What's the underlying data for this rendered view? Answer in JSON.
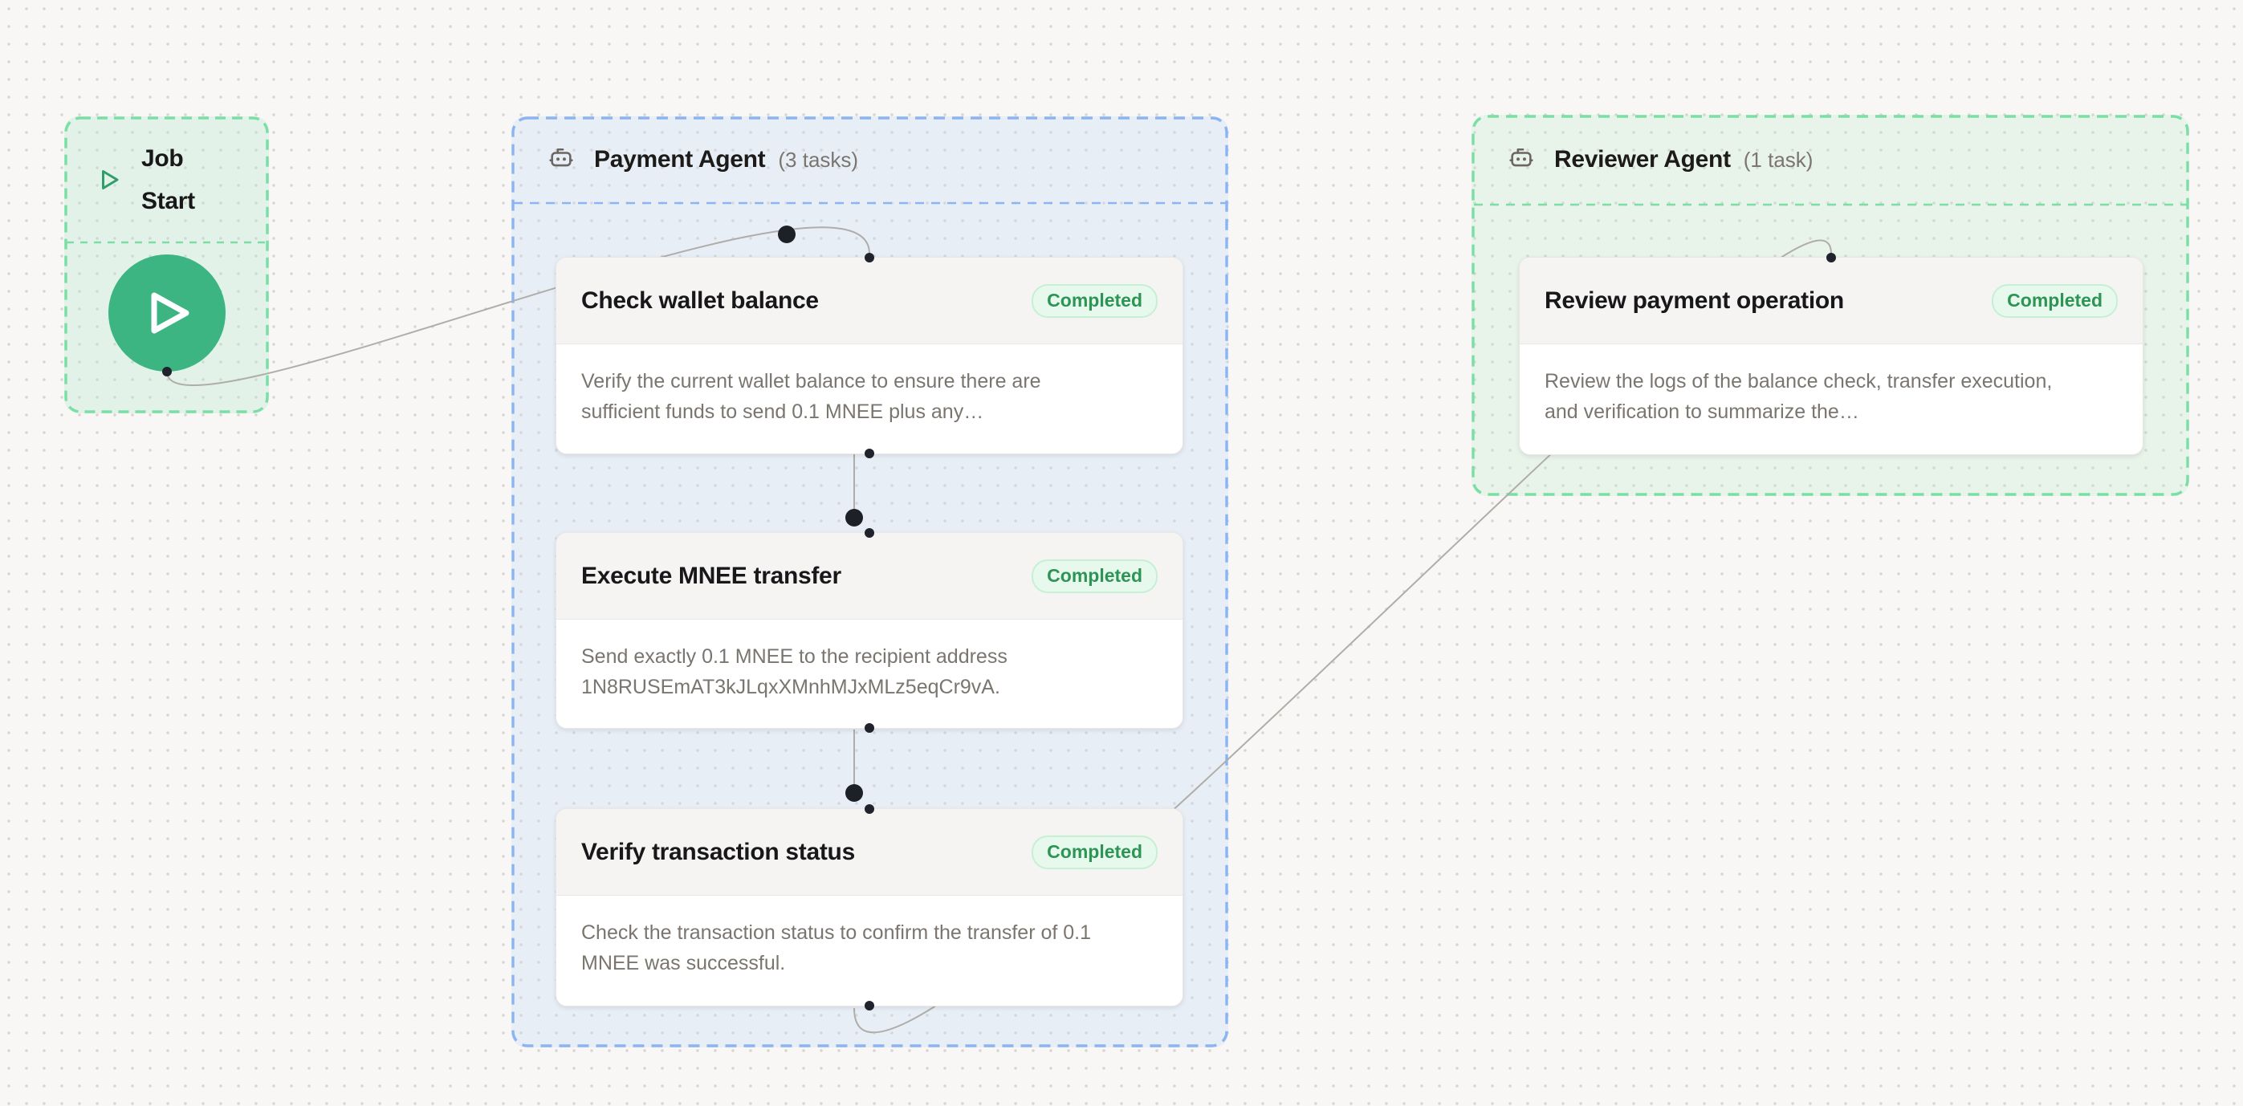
{
  "colors": {
    "canvas_bg": "#f8f7f6",
    "grid_dot": "#d8d4d0",
    "agent_blue_accent": "#8ab4f2",
    "agent_green_accent": "#79dfa5",
    "start_button_green": "#3cb583",
    "edge_gray": "#b0ada9",
    "handle_dark": "#20222c",
    "status_completed_text": "#2e9455",
    "status_completed_bg": "#e6f9ec",
    "status_completed_border": "#c5f0d3"
  },
  "job_start": {
    "label": "Job Start",
    "icon": "play-icon"
  },
  "agents": [
    {
      "name": "Payment Agent",
      "task_count_label": "(3 tasks)",
      "icon": "bot-icon",
      "tasks": [
        {
          "title": "Check wallet balance",
          "status": "Completed",
          "description": "Verify the current wallet balance to ensure there are sufficient funds to send 0.1 MNEE plus any…"
        },
        {
          "title": "Execute MNEE transfer",
          "status": "Completed",
          "description": "Send exactly 0.1 MNEE to the recipient address 1N8RUSEmAT3kJLqxXMnhMJxMLz5eqCr9vA."
        },
        {
          "title": "Verify transaction status",
          "status": "Completed",
          "description": "Check the transaction status to confirm the transfer of 0.1 MNEE was successful."
        }
      ]
    },
    {
      "name": "Reviewer Agent",
      "task_count_label": "(1 task)",
      "icon": "bot-icon",
      "tasks": [
        {
          "title": "Review payment operation",
          "status": "Completed",
          "description": "Review the logs of the balance check, transfer execution, and verification to summarize the…"
        }
      ]
    }
  ]
}
